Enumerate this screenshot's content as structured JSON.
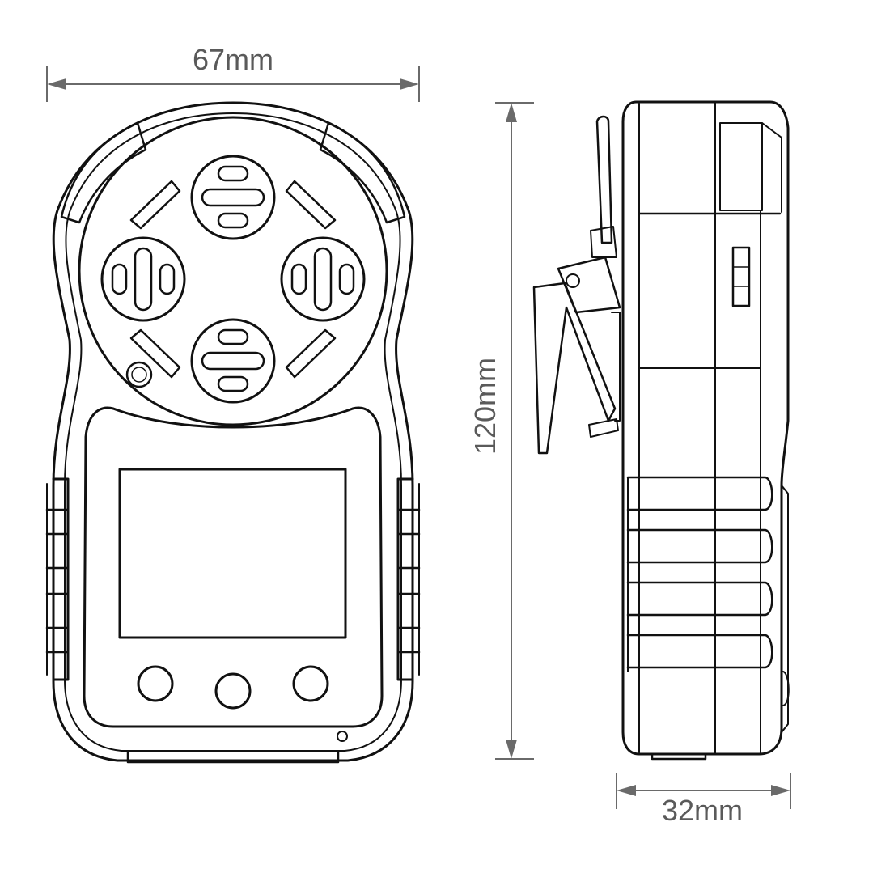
{
  "dimensions": {
    "width_label": "67mm",
    "height_label": "120mm",
    "depth_label": "32mm"
  },
  "colors": {
    "line": "#111111",
    "dimension": "#6a6a6a",
    "dimension_text": "#5a5a5a",
    "background": "#ffffff"
  }
}
